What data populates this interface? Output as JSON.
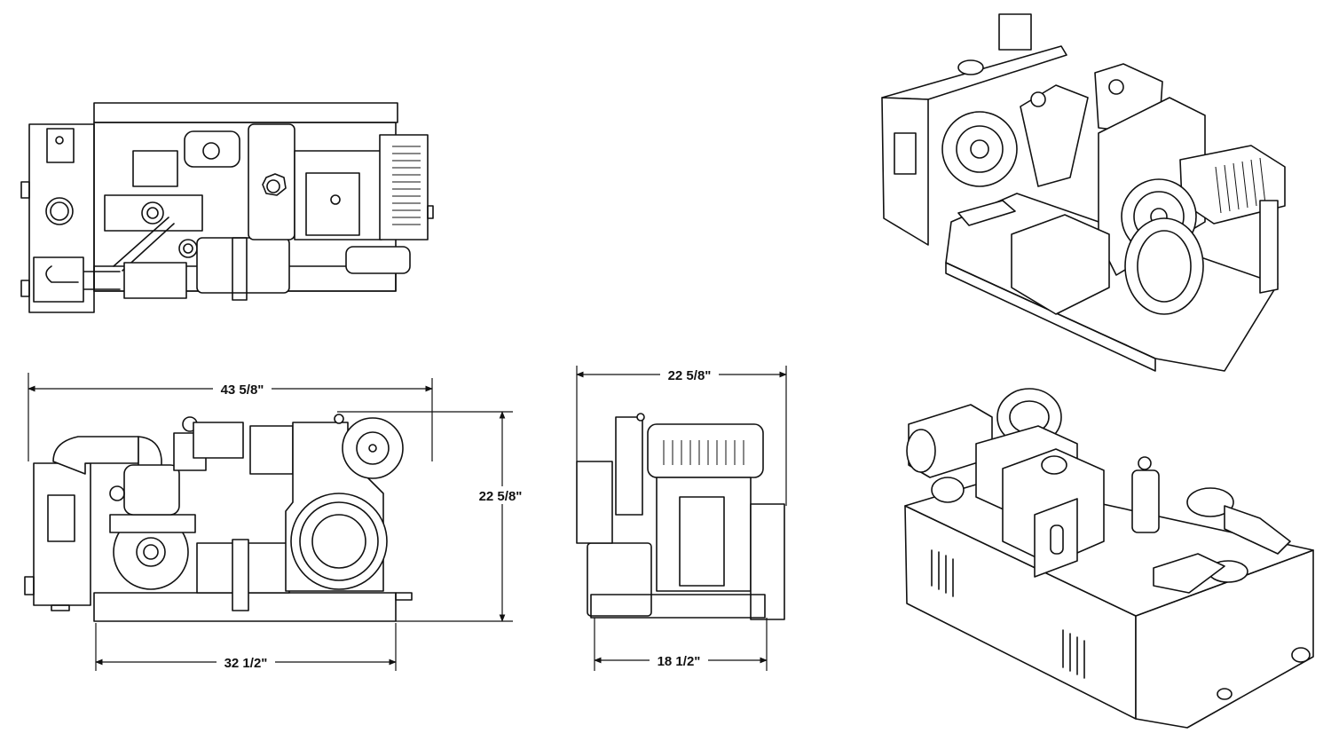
{
  "dimensions": {
    "overall_length": "43 5/8\"",
    "height": "22 5/8\"",
    "base_length": "32 1/2\"",
    "width_top": "22 5/8\"",
    "width_base": "18 1/2\""
  },
  "colors": {
    "line": "#111111",
    "background": "#ffffff"
  }
}
